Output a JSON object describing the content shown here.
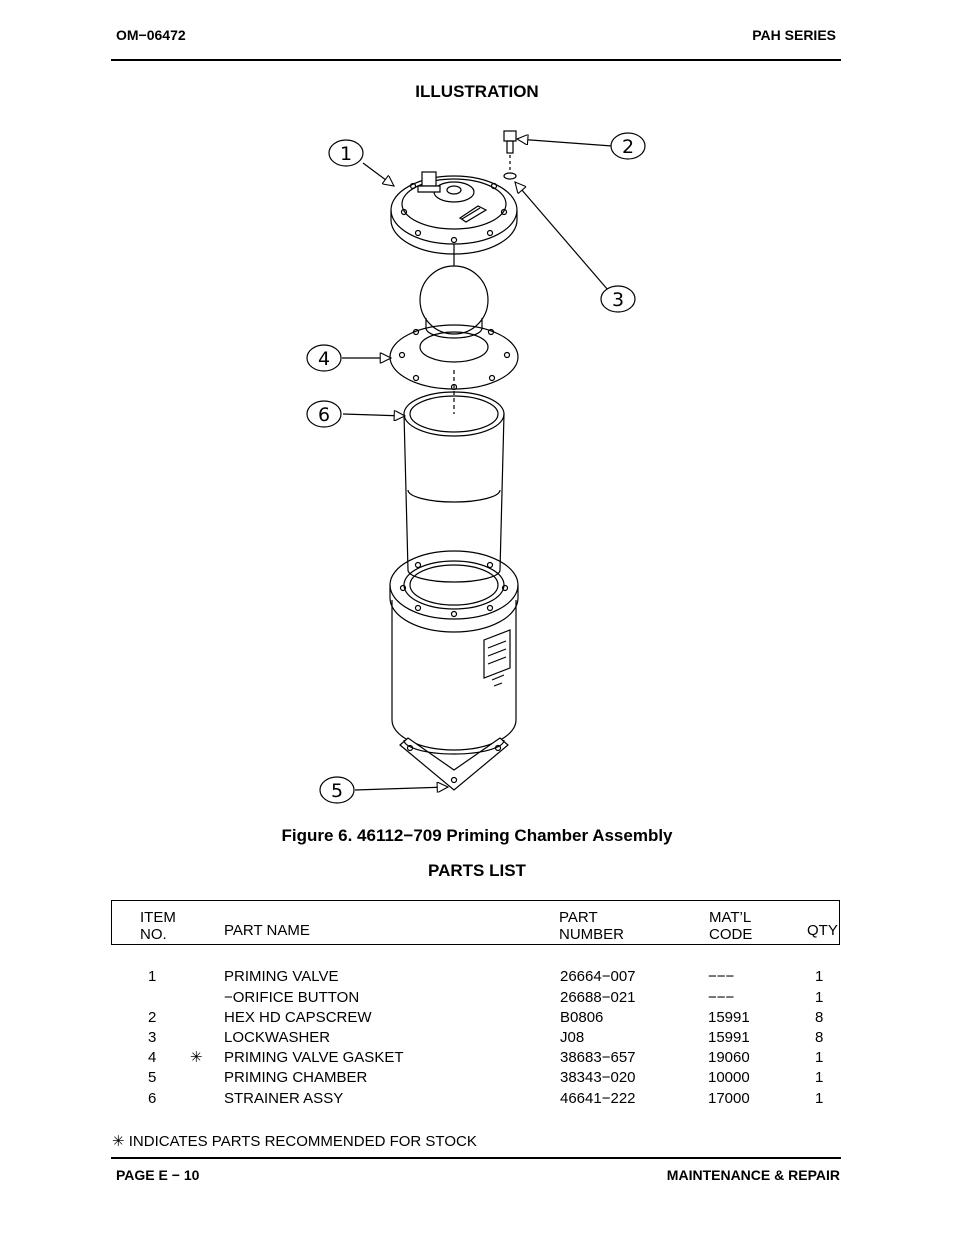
{
  "header": {
    "doc_number": "OM−06472",
    "series": "PAH SERIES"
  },
  "illustration": {
    "title": "ILLUSTRATION",
    "callouts": [
      "1",
      "2",
      "3",
      "4",
      "5",
      "6"
    ],
    "figure_caption": "Figure 6. 46112−709 Priming Chamber Assembly"
  },
  "parts_list": {
    "title": "PARTS LIST",
    "headers": {
      "item_no_line1": "ITEM",
      "item_no_line2": "NO.",
      "part_name": "PART NAME",
      "part_number_line1": "PART",
      "part_number_line2": "NUMBER",
      "matl_code_line1": "MAT’L",
      "matl_code_line2": "CODE",
      "qty": "QTY"
    },
    "rows": [
      {
        "item": "1",
        "mark": "",
        "name": "PRIMING VALVE",
        "part_number": "26664−007",
        "matl_code": "−−−",
        "qty": "1"
      },
      {
        "item": "",
        "mark": "",
        "name": "−ORIFICE BUTTON",
        "part_number": "26688−021",
        "matl_code": "−−−",
        "qty": "1"
      },
      {
        "item": "2",
        "mark": "",
        "name": "HEX HD CAPSCREW",
        "part_number": "B0806",
        "matl_code": "15991",
        "qty": "8"
      },
      {
        "item": "3",
        "mark": "",
        "name": "LOCKWASHER",
        "part_number": "J08",
        "matl_code": "15991",
        "qty": "8"
      },
      {
        "item": "4",
        "mark": "✳",
        "name": "PRIMING VALVE GASKET",
        "part_number": "38683−657",
        "matl_code": "19060",
        "qty": "1"
      },
      {
        "item": "5",
        "mark": "",
        "name": "PRIMING CHAMBER",
        "part_number": "38343−020",
        "matl_code": "10000",
        "qty": "1"
      },
      {
        "item": "6",
        "mark": "",
        "name": "STRAINER ASSY",
        "part_number": "46641−222",
        "matl_code": "17000",
        "qty": "1"
      }
    ],
    "footnote": "✳ INDICATES PARTS RECOMMENDED FOR STOCK"
  },
  "footer": {
    "page": "PAGE E − 10",
    "section": "MAINTENANCE & REPAIR"
  }
}
